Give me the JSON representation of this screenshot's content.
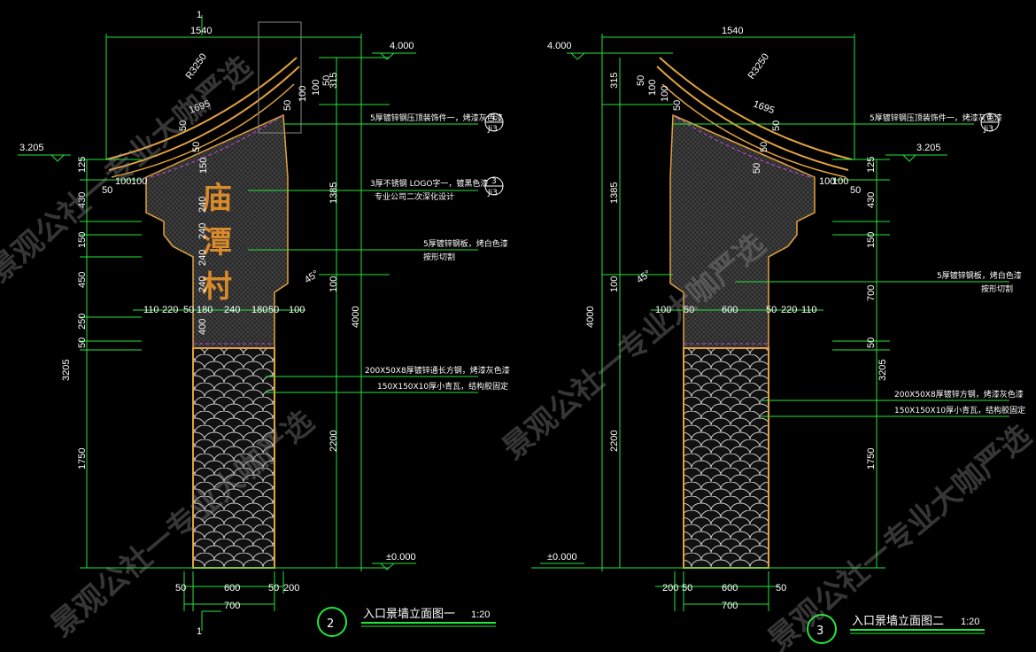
{
  "colors": {
    "background": "#000000",
    "dimension_line": "#22e63c",
    "outline": "#e3a33c",
    "fill_mesh": "#262626",
    "tile": "#c8c8c8",
    "hidden_line": "#c94bd9",
    "text": "#ffffff"
  },
  "elevation1": {
    "section_mark": "1",
    "top_width": "1540",
    "top_level": "4.000",
    "mid_level": "3.205",
    "ground_level": "±0.000",
    "radius": "R3250",
    "arc_len": "1695",
    "roof_dims": [
      "50",
      "100",
      "100",
      "50"
    ],
    "roof_dims_left": [
      "50",
      "100",
      "100"
    ],
    "roof_dims_v": [
      "50",
      "50",
      "150"
    ],
    "left_dims": [
      "125",
      "430",
      "150",
      "450",
      "250",
      "50",
      "1750"
    ],
    "left_total": "3205",
    "right_dims": [
      "315",
      "1385",
      "100",
      "2200"
    ],
    "right_total": "4000",
    "angle": "45°",
    "mid_dims": [
      "110",
      "220",
      "50",
      "180",
      "240",
      "180",
      "50",
      "100"
    ],
    "logo_dims": [
      "240",
      "240",
      "240",
      "240",
      "400"
    ],
    "logo_text": [
      "庙",
      "潭",
      "村"
    ],
    "bottom_dims": [
      "50",
      "600",
      "50",
      "200"
    ],
    "bottom_total": "700",
    "notes": [
      "5厚镀锌钢压顶装饰件一，烤漆灰色漆",
      "3厚不锈钢 LOGO字一，镀黑色漆",
      "专业公司二次深化设计",
      "5厚镀锌钢板，烤白色漆",
      "按形切割",
      "200X50X8厚镀锌通长方钢，烤漆灰色漆",
      "150X150X10厚小青瓦，结构胶固定"
    ],
    "callout1": {
      "num": "1",
      "sheet": "Ji3"
    },
    "callout3": {
      "num": "3",
      "sheet": "Ji3"
    },
    "title_num": "2",
    "title": "入口景墙立面图一",
    "scale": "1:20"
  },
  "elevation2": {
    "top_width": "1540",
    "top_level": "4.000",
    "mid_level": "3.205",
    "ground_level": "±0.000",
    "radius": "R3250",
    "arc_len": "1695",
    "roof_dims": [
      "50",
      "100",
      "100",
      "50"
    ],
    "roof_dims_right": [
      "100",
      "100",
      "50"
    ],
    "roof_dims_v": [
      "50",
      "50",
      "50"
    ],
    "left_dims": [
      "315",
      "1385",
      "100",
      "2200"
    ],
    "left_total": "4000",
    "right_dims": [
      "125",
      "430",
      "150",
      "700",
      "50",
      "1750"
    ],
    "right_total": "3205",
    "angle": "45°",
    "mid_dims": [
      "100",
      "50",
      "600",
      "50",
      "220",
      "110"
    ],
    "bottom_dims": [
      "200",
      "50",
      "600",
      "50"
    ],
    "bottom_total": "700",
    "notes": [
      "5厚镀锌钢压顶装饰件一，烤漆灰色漆",
      "5厚镀锌钢板，烤白色漆",
      "按形切割",
      "200X50X8厚镀锌方钢，烤漆灰色漆",
      "150X150X10厚小青瓦，结构胶固定"
    ],
    "callout1": {
      "num": "1",
      "sheet": "Ji3"
    },
    "title_num": "3",
    "title": "入口景墙立面图二",
    "scale": "1:20"
  },
  "watermark": [
    "景观公社一专业大咖严选",
    "景观公社一专业大咖严选",
    "景观公社一专业大咖严选",
    "景观公社一专业大咖严选"
  ]
}
